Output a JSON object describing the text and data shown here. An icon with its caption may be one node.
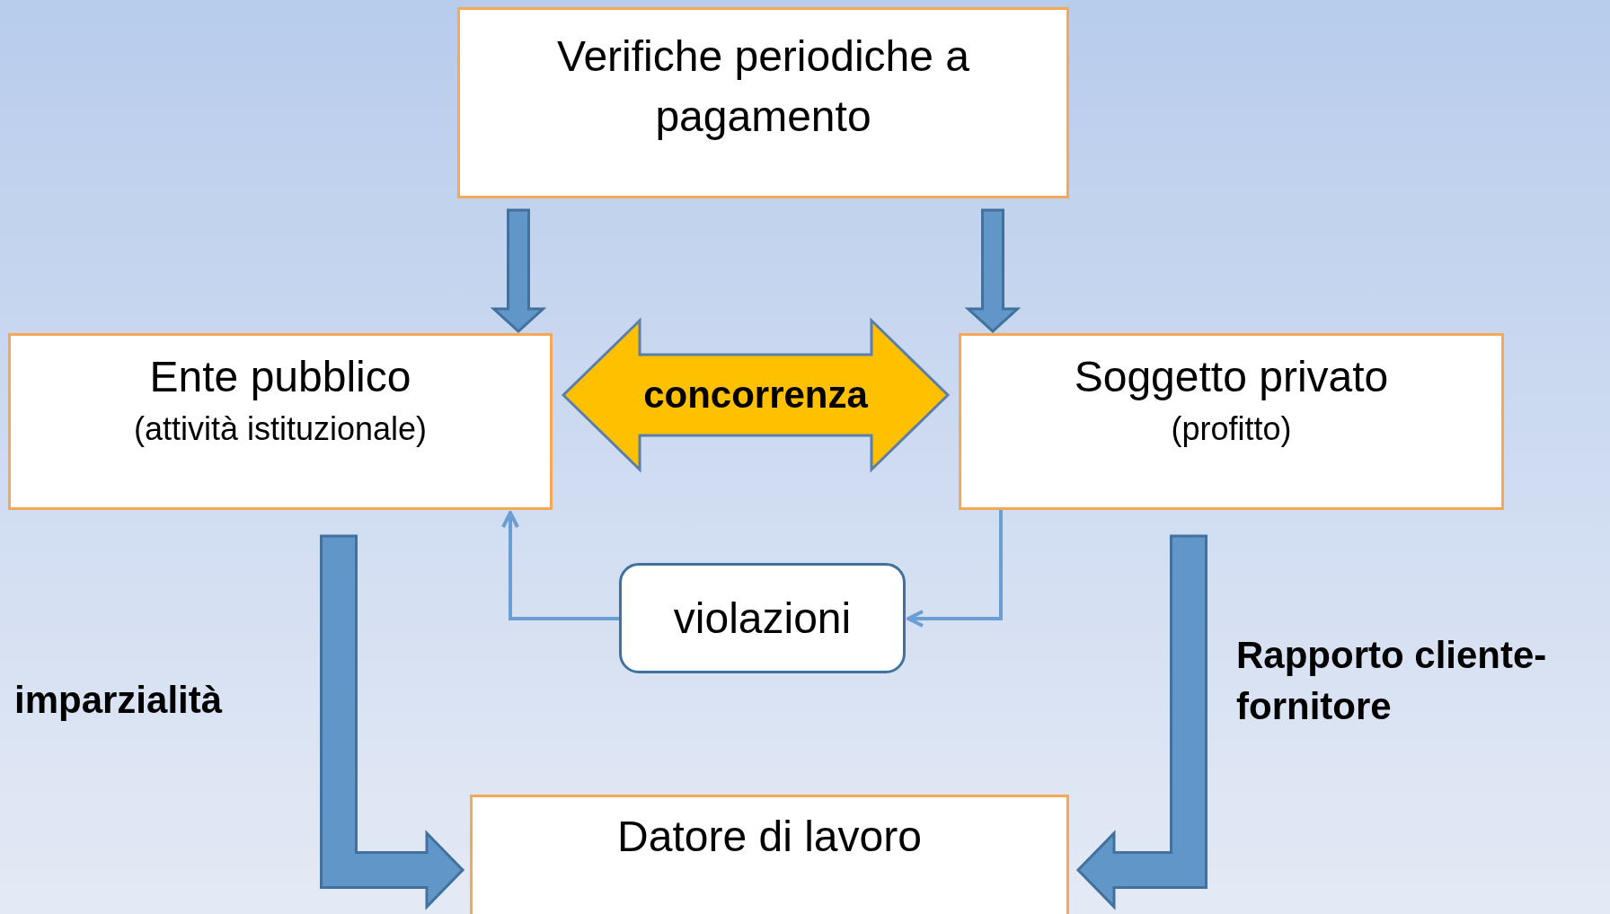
{
  "diagram": {
    "nodes": [
      {
        "text": [
          "Verifiche periodiche a pagamento"
        ]
      },
      {
        "text": [
          "Ente pubblico",
          "(attività istituzionale)"
        ]
      },
      {
        "text": [
          "Soggetto privato",
          "(profitto)"
        ]
      },
      {
        "text": [
          "violazioni"
        ]
      },
      {
        "text": [
          "Datore di lavoro"
        ]
      }
    ],
    "edges": [
      {
        "from": 0,
        "to": 1,
        "arrow": "to",
        "style": "thick"
      },
      {
        "from": 0,
        "to": 2,
        "arrow": "to",
        "style": "thick"
      },
      {
        "from": 1,
        "to": 2,
        "arrow": "both",
        "style": "thick",
        "color": "#ffc000",
        "label": "concorrenza"
      },
      {
        "from": 1,
        "to": 4,
        "arrow": "to",
        "style": "thick",
        "label": "imparzialità"
      },
      {
        "from": 2,
        "to": 4,
        "arrow": "to",
        "style": "thick",
        "label": "Rapporto cliente-fornitore"
      },
      {
        "from": 2,
        "to": 3,
        "arrow": "to"
      },
      {
        "from": 3,
        "to": 1,
        "arrow": "to"
      }
    ]
  }
}
